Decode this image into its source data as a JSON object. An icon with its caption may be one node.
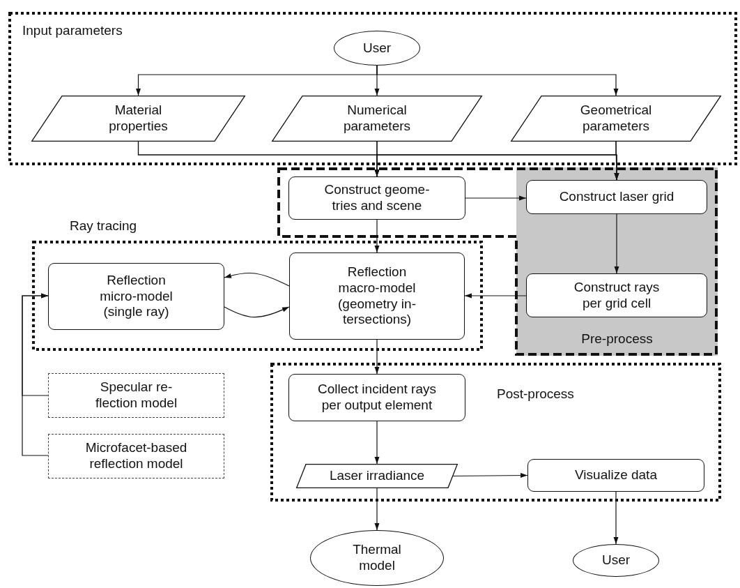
{
  "diagram": {
    "nodes": [
      {
        "text": [
          "Input parameters"
        ]
      },
      {
        "text": [
          "User"
        ],
        "in": 0
      },
      {
        "text": [
          "Material properties"
        ],
        "in": 0
      },
      {
        "text": [
          "Numerical parameters"
        ],
        "in": 0
      },
      {
        "text": [
          "Geometrical parameters"
        ],
        "in": 0
      },
      {
        "text": [
          "Pre-process"
        ]
      },
      {
        "text": [
          "Construct geome- tries and scene"
        ],
        "in": 5
      },
      {
        "text": [
          "Construct laser grid"
        ],
        "in": 5
      },
      {
        "text": [
          "Construct rays per grid cell"
        ],
        "in": 5
      },
      {
        "text": [
          "Ray tracing"
        ]
      },
      {
        "text": [
          "Reflection micro-model (single ray)"
        ],
        "in": 9
      },
      {
        "text": [
          "Reflection macro-model (geometry in- tersections)"
        ],
        "in": 9
      },
      {
        "text": [
          "Specular re- flection model"
        ]
      },
      {
        "text": [
          "Microfacet-based reflection model"
        ]
      },
      {
        "text": [
          "Post-process"
        ]
      },
      {
        "text": [
          "Collect incident rays per output element"
        ],
        "in": 14
      },
      {
        "text": [
          "Laser irradiance"
        ],
        "in": 14
      },
      {
        "text": [
          "Visualize data"
        ],
        "in": 14
      },
      {
        "text": [
          "Thermal model"
        ]
      },
      {
        "text": [
          "User"
        ]
      }
    ],
    "edges": [
      {
        "from": 1,
        "to": 2,
        "arrow": "to"
      },
      {
        "from": 1,
        "to": 3,
        "arrow": "to"
      },
      {
        "from": 1,
        "to": 4,
        "arrow": "to"
      },
      {
        "from": 2,
        "to": 6,
        "arrow": "to"
      },
      {
        "from": 2,
        "to": 7,
        "arrow": "to"
      },
      {
        "from": 3,
        "to": 6,
        "arrow": "to"
      },
      {
        "from": 3,
        "to": 7,
        "arrow": "to"
      },
      {
        "from": 4,
        "to": 6,
        "arrow": "to"
      },
      {
        "from": 4,
        "to": 7,
        "arrow": "to"
      },
      {
        "from": 6,
        "to": 7,
        "arrow": "to"
      },
      {
        "from": 6,
        "to": 11,
        "arrow": "to"
      },
      {
        "from": 7,
        "to": 8,
        "arrow": "to"
      },
      {
        "from": 8,
        "to": 11,
        "arrow": "to"
      },
      {
        "from": 11,
        "to": 10,
        "arrow": "to"
      },
      {
        "from": 10,
        "to": 11,
        "arrow": "to"
      },
      {
        "from": 12,
        "to": 10,
        "arrow": "to"
      },
      {
        "from": 13,
        "to": 10,
        "arrow": "to"
      },
      {
        "from": 11,
        "to": 15,
        "arrow": "to"
      },
      {
        "from": 15,
        "to": 16,
        "arrow": "to"
      },
      {
        "from": 16,
        "to": 17,
        "arrow": "to"
      },
      {
        "from": 16,
        "to": 18,
        "arrow": "to"
      },
      {
        "from": 17,
        "to": 19,
        "arrow": "to"
      }
    ]
  }
}
